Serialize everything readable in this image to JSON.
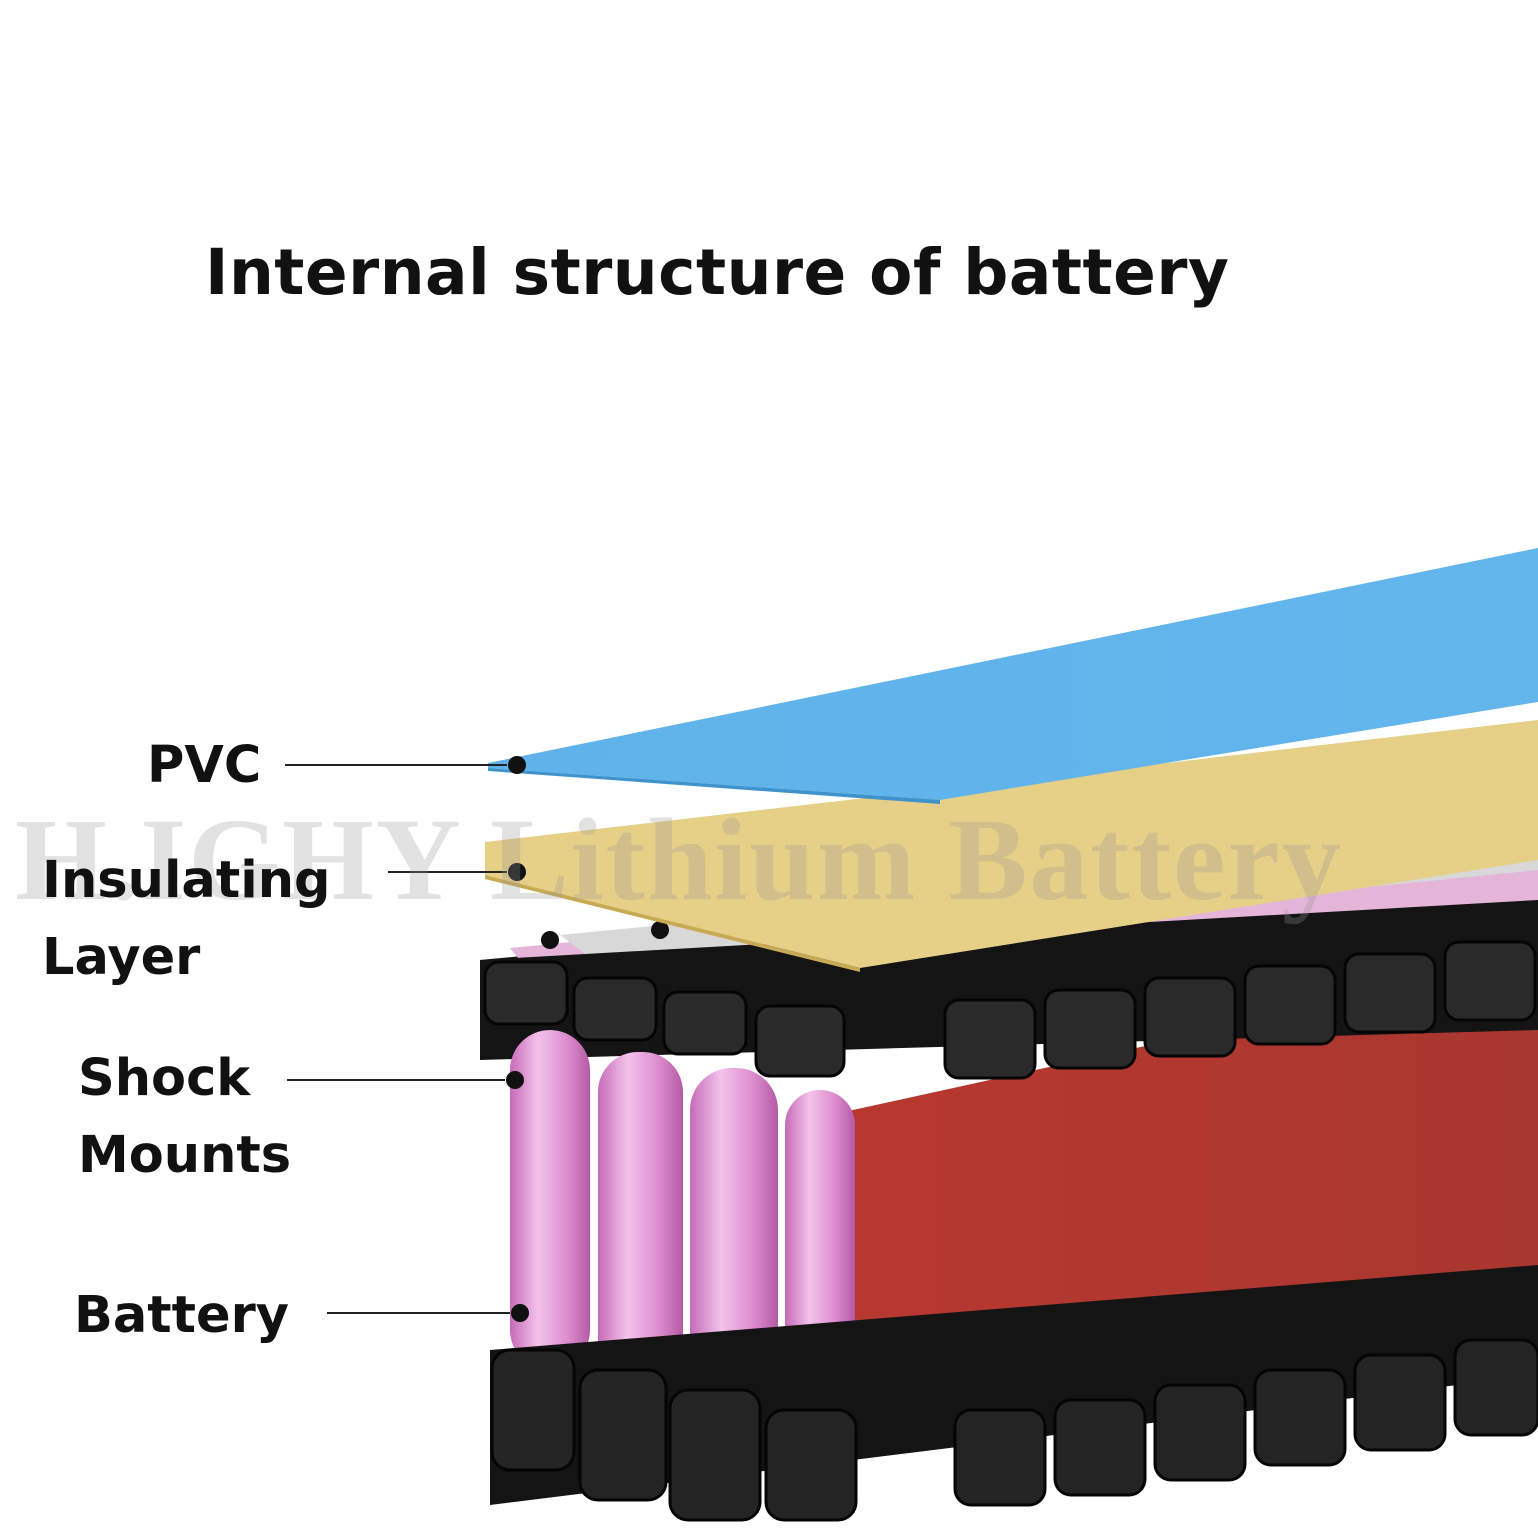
{
  "title": "Internal structure of battery",
  "watermark": "H.IGHY Lithium Battery",
  "labels": {
    "pvc": "PVC",
    "insulating_1": "Insulating",
    "insulating_2": "Layer",
    "shock_1": "Shock",
    "shock_2": "Mounts",
    "battery": "Battery"
  },
  "colors": {
    "pvc": "#5fb3ea",
    "insulating": "#e6cf87",
    "shrink_wrap": "#b13a30",
    "cell": "#e8a2d8",
    "holder": "#1a1a1a",
    "nickel_strip": "#d3d3d3"
  }
}
